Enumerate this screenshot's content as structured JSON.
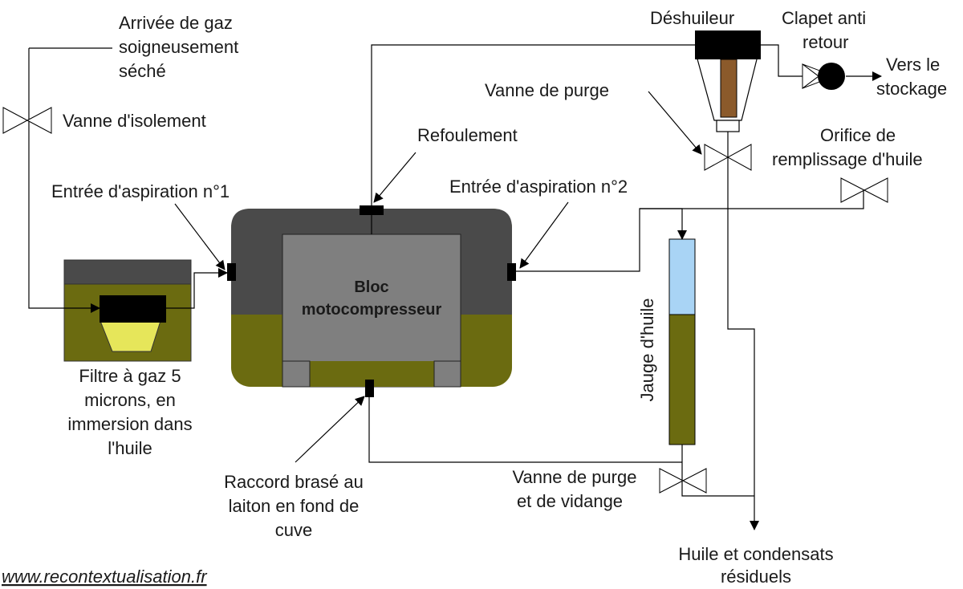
{
  "colors": {
    "housing_dark": "#4a4a4a",
    "block_grey": "#7f7f7f",
    "oil": "#6b6b10",
    "filter_element": "#e6e65a",
    "oil_gauge_air": "#a9d4f5",
    "drain_rod": "#8b5a2b",
    "fitting": "#000000"
  },
  "labels": {
    "gas_inlet": [
      "Arrivée de gaz",
      "soigneusement",
      "séché"
    ],
    "isolation_valve": "Vanne d'isolement",
    "suction_1": "Entrée d'aspiration  n°1",
    "discharge": "Refoulement",
    "suction_2": "Entrée d'aspiration  n°2",
    "oil_separator": "Déshuileur",
    "check_valve": [
      "Clapet anti",
      "retour"
    ],
    "to_storage": [
      "Vers le",
      "stockage"
    ],
    "purge_valve": "Vanne de purge",
    "oil_fill": [
      "Orifice de",
      "remplissage d'huile"
    ],
    "compressor_block": [
      "Bloc",
      "motocompresseur"
    ],
    "gas_filter": [
      "Filtre à gaz 5",
      "microns, en",
      "immersion dans",
      "l'huile"
    ],
    "oil_gauge": "Jauge d'huile",
    "brazed_fitting": [
      "Raccord brasé au",
      "laiton en fond de",
      "cuve"
    ],
    "drain_valve": [
      "Vanne de purge",
      "et de vidange"
    ],
    "residual": [
      "Huile et condensats",
      "résiduels"
    ],
    "website": "www.recontextualisation.fr"
  }
}
